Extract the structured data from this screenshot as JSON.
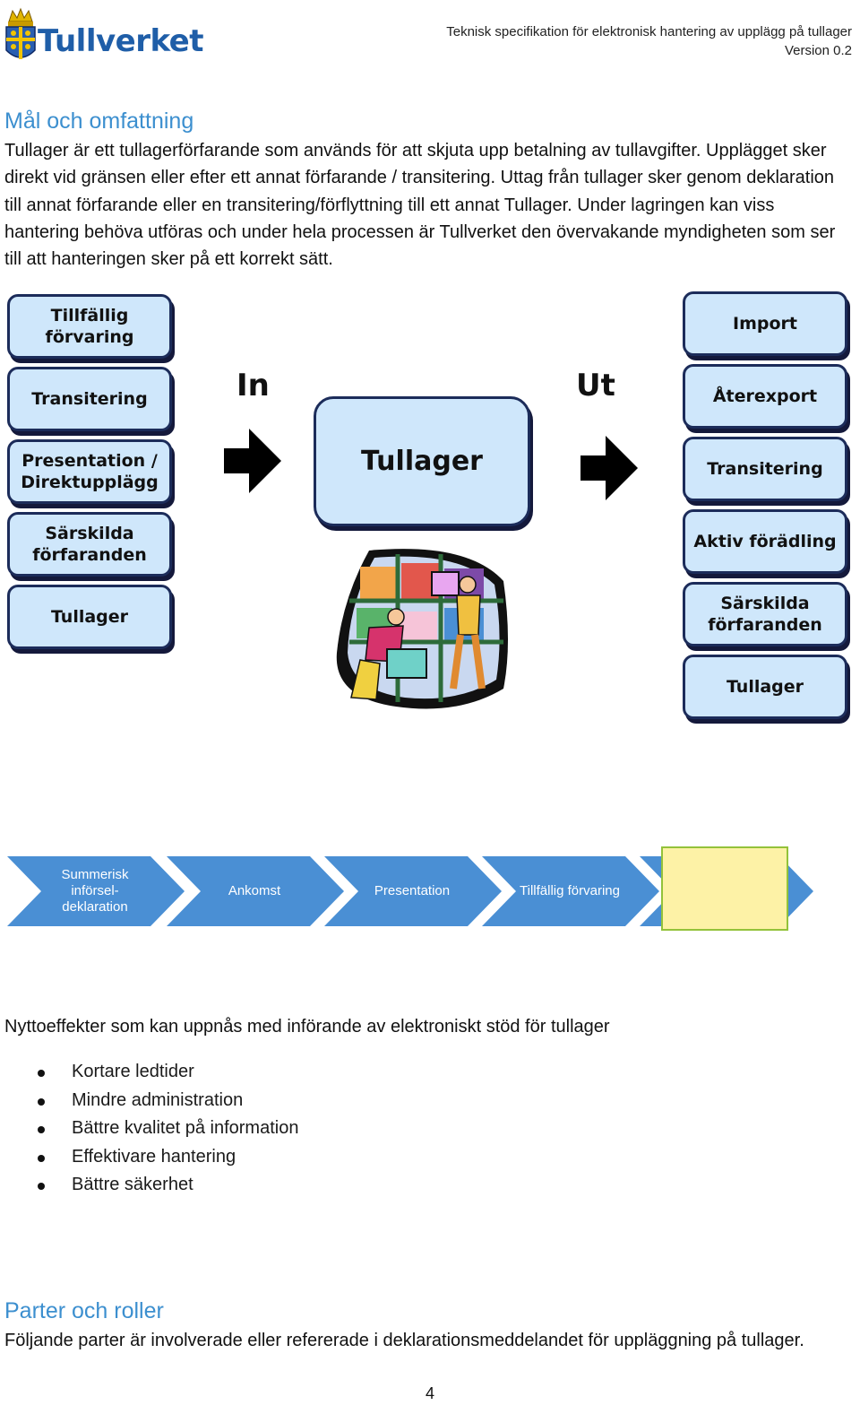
{
  "header": {
    "logo_text": "Tullverket",
    "doc_title": "Teknisk specifikation för elektronisk hantering av upplägg på tullager",
    "version": "Version 0.2"
  },
  "section1": {
    "heading": "Mål och omfattning",
    "paragraph": "Tullager är ett tullagerförfarande som används för att skjuta upp betalning av tullavgifter. Upplägget sker direkt vid gränsen eller efter ett annat förfarande / transitering. Uttag från tullager sker genom deklaration till annat förfarande eller en transitering/förflyttning till ett annat Tullager. Under lagringen kan viss hantering behöva utföras och under hela processen är Tullverket den övervakande myndigheten som ser till att hanteringen sker på ett korrekt sätt."
  },
  "diagram": {
    "in_label": "In",
    "out_label": "Ut",
    "center_label": "Tullager",
    "left_boxes": [
      "Tillfällig förvaring",
      "Transitering",
      "Presentation / Direktupplägg",
      "Särskilda förfaranden",
      "Tullager"
    ],
    "right_boxes": [
      "Import",
      "Återexport",
      "Transitering",
      "Aktiv förädling",
      "Särskilda förfaranden",
      "Tullager"
    ]
  },
  "process": {
    "steps": [
      "Summerisk införsel-deklaration",
      "Ankomst",
      "Presentation",
      "Tillfällig förvaring"
    ],
    "colors": {
      "chevron": "#4a8fd4",
      "highlight_fill": "#fdf2a6",
      "highlight_border": "#93c23a"
    }
  },
  "benefits": {
    "intro": "Nyttoeffekter som kan uppnås med införande av elektroniskt stöd för tullager",
    "items": [
      "Kortare ledtider",
      "Mindre administration",
      "Bättre kvalitet på information",
      "Effektivare hantering",
      "Bättre säkerhet"
    ]
  },
  "section2": {
    "heading": "Parter och roller",
    "paragraph": "Följande parter är involverade eller refererade i deklarationsmeddelandet för uppläggning på tullager."
  },
  "page_number": "4"
}
